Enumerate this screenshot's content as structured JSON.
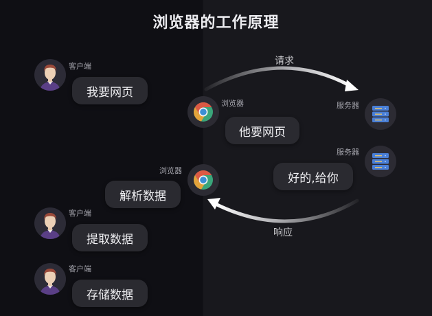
{
  "title": "浏览器的工作原理",
  "labels": {
    "client": "客户端",
    "browser": "浏览器",
    "server": "服务器"
  },
  "arrows": {
    "request": "请求",
    "response": "响应"
  },
  "messages": [
    {
      "actor": "客户端",
      "text": "我要网页"
    },
    {
      "actor": "浏览器",
      "text": "他要网页"
    },
    {
      "actor": "服务器",
      "text": "好的,给你"
    },
    {
      "actor": "浏览器",
      "text": "解析数据"
    },
    {
      "actor": "客户端",
      "text": "提取数据"
    },
    {
      "actor": "客户端",
      "text": "存储数据"
    }
  ],
  "colors": {
    "bg_left": "#0f0f14",
    "bg_right": "#18181d",
    "bubble": "#2a2a30",
    "server_blue": "#4a7fd6",
    "server_line": "#e6c36a"
  }
}
